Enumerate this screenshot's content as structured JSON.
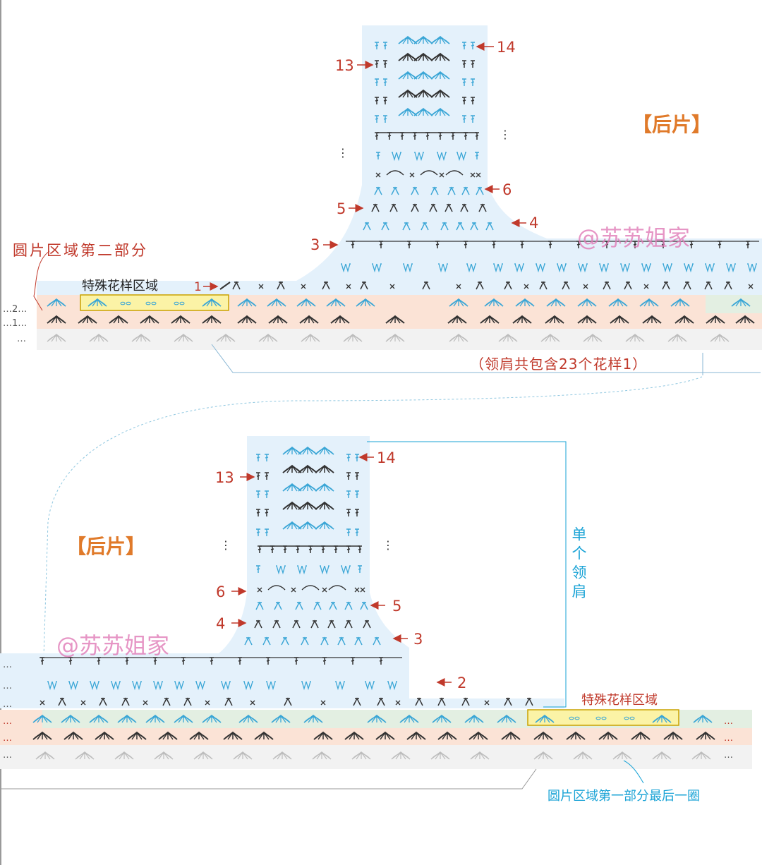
{
  "colors": {
    "red": "#c0392b",
    "orange": "#e07a2a",
    "pink": "#e07ab6",
    "cyan": "#1aa3d6",
    "blue_panel": "#e4f1fb",
    "peach": "#fbe3d6",
    "green": "#e3efe2",
    "yellow": "#fbf3a6",
    "yellow_border": "#c9a200",
    "stitch_blue": "#3aa6d6",
    "stitch_dark": "#333333"
  },
  "top": {
    "title": "【后片】",
    "watermark": "@苏苏姐家",
    "label_round_part2": "圆片区域第二部分",
    "label_special": "特殊花样区域",
    "label_note": "（领肩共包含23个花样1）",
    "row_marks": {
      "r1": "1",
      "r3": "3",
      "r4": "4",
      "r5": "5",
      "r6": "6",
      "r13": "13",
      "r14": "14"
    },
    "side_marks": {
      "m2": "…2…",
      "m1": "…1…",
      "dots": "…"
    }
  },
  "bottom": {
    "title": "【后片】",
    "watermark": "@苏苏姐家",
    "label_shoulder": "单个领肩",
    "label_special": "特殊花样区域",
    "label_last_round": "圆片区域第一部分最后一圈",
    "row_marks": {
      "r2": "2",
      "r3": "3",
      "r4": "4",
      "r5": "5",
      "r6": "6",
      "r13": "13",
      "r14": "14"
    },
    "side_dots": "…"
  },
  "icons": [
    "arrow-icon",
    "shell-stitch-icon",
    "double-crochet-icon",
    "chain-icon",
    "single-crochet-icon"
  ]
}
